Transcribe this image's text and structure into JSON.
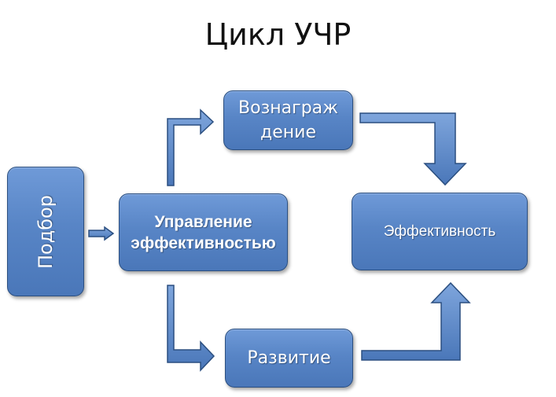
{
  "title": "Цикл УЧР",
  "nodes": {
    "podbor": "Подбор",
    "management": "Управление эффективностью",
    "reward": "Вознаграж дение",
    "development": "Развитие",
    "efficiency": "Эффективность"
  },
  "colors": {
    "box_fill": "#5885c6",
    "box_border": "#2b4f80",
    "arrow_fill": "#5a86c8",
    "arrow_stroke": "#2b4f80",
    "text": "#ffffff",
    "title": "#111111"
  }
}
